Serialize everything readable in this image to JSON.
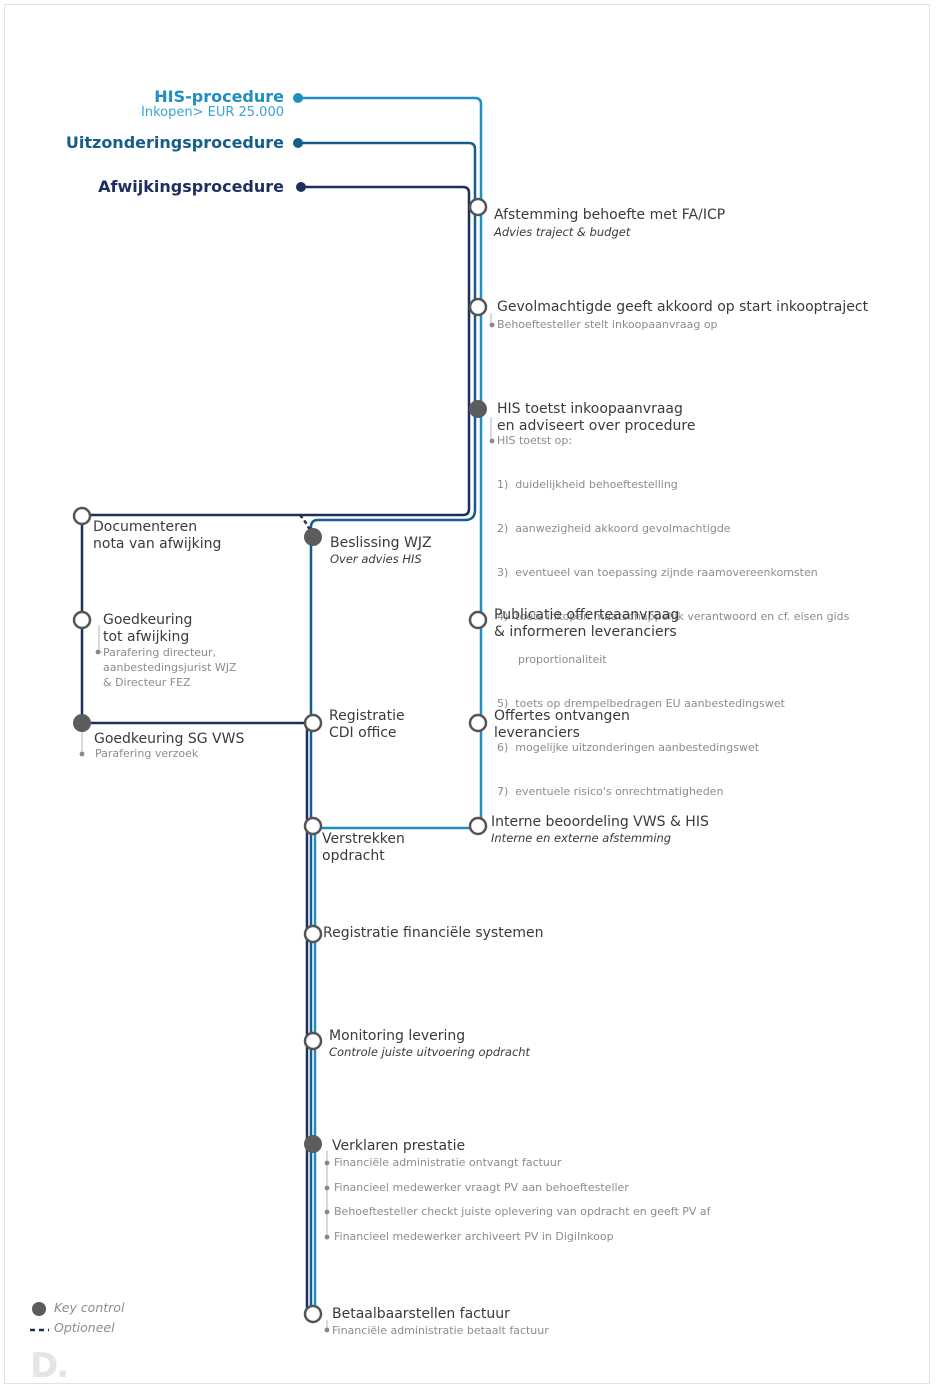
{
  "colors": {
    "his": "#1e8fbf",
    "uitzondering": "#155e8c",
    "afwijking": "#1d2f5e",
    "key_control": "#5c5c5c",
    "node_stroke": "#555555",
    "bullet": "#888888"
  },
  "procedures": {
    "his": {
      "title": "HIS-procedure",
      "subtitle": "Inkopen> EUR 25.000"
    },
    "uitzondering": {
      "title": "Uitzonderingsprocedure"
    },
    "afwijking": {
      "title": "Afwijkingsprocedure"
    }
  },
  "steps": {
    "afstemming": {
      "title": "Afstemming behoefte met FA/ICP",
      "note": "Advies traject & budget"
    },
    "gevolmachtigde": {
      "title": "Gevolmachtigde geeft akkoord op start inkooptraject",
      "sub": "Behoeftesteller stelt inkoopaanvraag op"
    },
    "his_toetst": {
      "title1": "HIS toetst inkoopaanvraag",
      "title2": "en adviseert over procedure",
      "sub_intro": "HIS toetst op:",
      "items": [
        "1)  duidelijkheid behoeftestelling",
        "2)  aanwezigheid akkoord gevolmachtigde",
        "3)  eventueel van toepassing zijnde raamovereenkomsten",
        "4)  toets inkopen maatschappelijk verantwoord en cf. eisen gids",
        "      proportionaliteit",
        "5)  toets op drempelbedragen EU aanbestedingswet",
        "6)  mogelijke uitzonderingen aanbestedingswet",
        "7)  eventuele risico's onrechtmatigheden"
      ]
    },
    "documenteren": {
      "title1": "Documenteren",
      "title2": "nota van afwijking"
    },
    "beslissing": {
      "title": "Beslissing WJZ",
      "note": "Over advies HIS"
    },
    "goedkeuring_afwijking": {
      "title1": "Goedkeuring",
      "title2": "tot afwijking",
      "sub": [
        "Parafering directeur,",
        "aanbestedingsjurist WJZ",
        "& Directeur FEZ"
      ]
    },
    "goedkeuring_sg": {
      "title": "Goedkeuring SG VWS",
      "sub": "Parafering verzoek"
    },
    "publicatie": {
      "title1": "Publicatie offerteaanvraag",
      "title2": "& informeren leveranciers"
    },
    "offertes": {
      "title1": "Offertes ontvangen",
      "title2": "leveranciers"
    },
    "registratie_cdi": {
      "title1": "Registratie",
      "title2": "CDI office"
    },
    "interne_beoordeling": {
      "title": "Interne beoordeling VWS & HIS",
      "note": "Interne en externe afstemming"
    },
    "verstrekken": {
      "title1": "Verstrekken",
      "title2": "opdracht"
    },
    "registratie_fin": {
      "title": "Registratie financiële systemen"
    },
    "monitoring": {
      "title": "Monitoring levering",
      "note": "Controle juiste uitvoering opdracht"
    },
    "verklaren": {
      "title": "Verklaren prestatie",
      "subs": [
        "Financiële administratie ontvangt factuur",
        "Financieel medewerker vraagt PV aan behoeftesteller",
        "Behoeftesteller checkt juiste oplevering van opdracht en geeft PV af",
        "Financieel medewerker archiveert PV in DigiInkoop"
      ]
    },
    "betaalbaar": {
      "title": "Betaalbaarstellen factuur",
      "sub": "Financiële administratie betaalt factuur"
    }
  },
  "legend": {
    "key_control": "Key control",
    "optioneel": "Optioneel"
  },
  "logo": "D."
}
